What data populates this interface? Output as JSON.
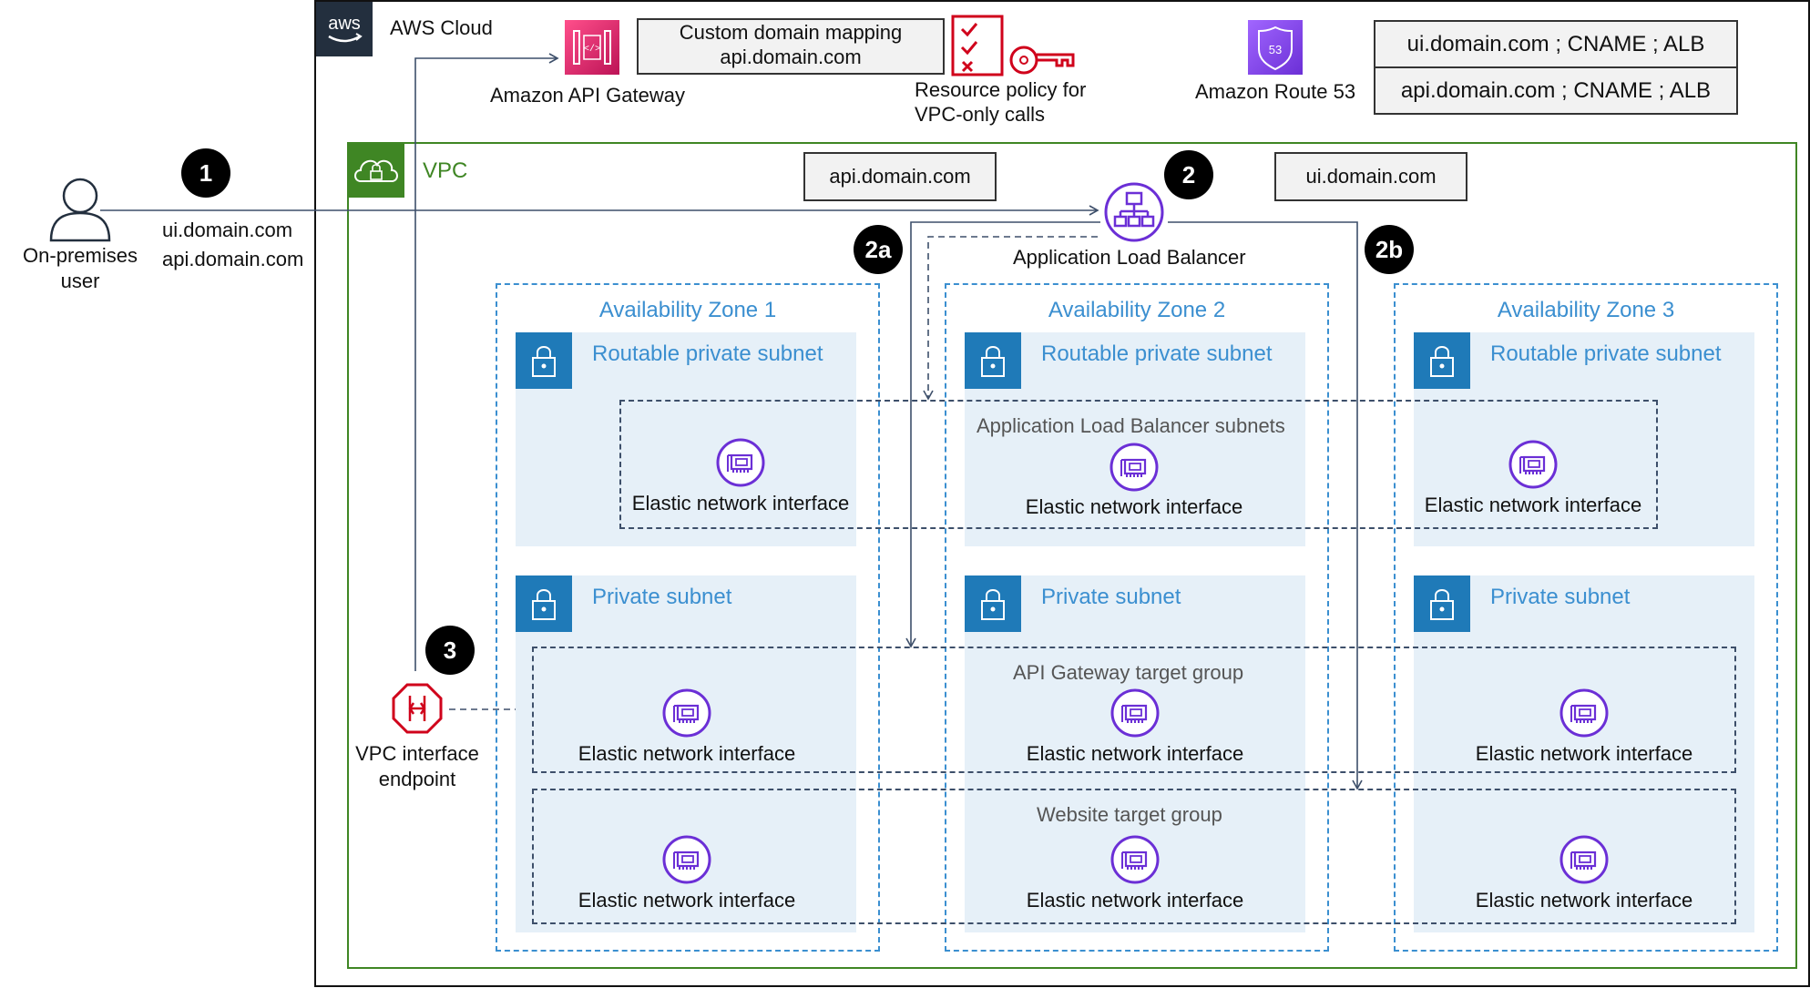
{
  "aws_cloud": {
    "label": "AWS Cloud",
    "logo": "aws"
  },
  "api_gateway": {
    "label": "Amazon API Gateway",
    "icon": "api-gateway-icon"
  },
  "custom_domain": {
    "line1": "Custom domain mapping",
    "line2": "api.domain.com"
  },
  "resource_policy": {
    "line1": "Resource policy for",
    "line2": "VPC-only calls",
    "icon": "checklist-key-icon"
  },
  "route53": {
    "label": "Amazon Route 53",
    "icon": "route53-icon",
    "records": [
      "ui.domain.com ; CNAME ; ALB",
      "api.domain.com ; CNAME ; ALB"
    ]
  },
  "user": {
    "line1": "On-premises",
    "line2": "user",
    "requests": [
      "ui.domain.com",
      "api.domain.com"
    ]
  },
  "vpc": {
    "label": "VPC"
  },
  "alb": {
    "label": "Application Load Balancer",
    "api_domain": "api.domain.com",
    "ui_domain": "ui.domain.com"
  },
  "badges": {
    "b1": "1",
    "b2": "2",
    "b2a": "2a",
    "b2b": "2b",
    "b3": "3"
  },
  "zones": [
    {
      "title": "Availability Zone 1"
    },
    {
      "title": "Availability Zone 2"
    },
    {
      "title": "Availability Zone 3"
    }
  ],
  "subnets": {
    "routable": "Routable private subnet",
    "private": "Private subnet"
  },
  "groups": {
    "alb_subnets": "Application Load Balancer subnets",
    "api_target": "API Gateway target group",
    "website_target": "Website target group"
  },
  "eni_label": "Elastic network interface",
  "vpc_endpoint": {
    "line1": "VPC interface",
    "line2": "endpoint",
    "icon": "vpc-endpoint-icon"
  },
  "colors": {
    "vpc_green": "#3f8624",
    "az_blue": "#3b8fd0",
    "subnet_bg": "#e6f0f8",
    "lock_blue": "#1f7ab8",
    "api_pink": "#e7157b",
    "policy_red": "#d0021b",
    "route53_purple": "#8c4fff",
    "eni_purple": "#6b2fd6",
    "aws_dark": "#232f3e"
  }
}
